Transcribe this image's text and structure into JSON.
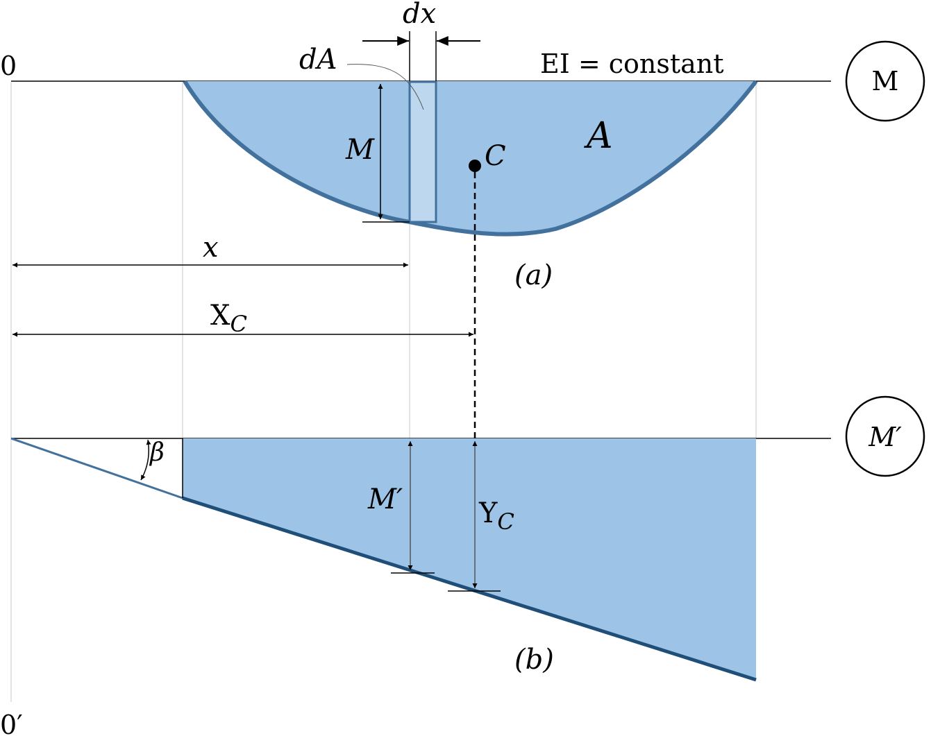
{
  "labels": {
    "origin_top": "0",
    "origin_bottom": "0′",
    "dx": "dx",
    "dA": "dA",
    "ei_constant": "EI = constant",
    "circle_m": "M",
    "circle_m_prime": "M′",
    "m_height": "M",
    "area": "A",
    "centroid": "C",
    "x_dim": "x",
    "xc_main": "X",
    "xc_sub": "C",
    "caption_a": "(a)",
    "caption_b": "(b)",
    "beta": "β",
    "m_prime_height": "M′",
    "yc_main": "Y",
    "yc_sub": "C"
  },
  "colors": {
    "fill": "#9dc3e6",
    "strip_fill": "#bdd7ee",
    "curve": "#41719c",
    "line_b": "#1f4e79",
    "ink": "#000000",
    "guide": "#c8c8c8"
  }
}
